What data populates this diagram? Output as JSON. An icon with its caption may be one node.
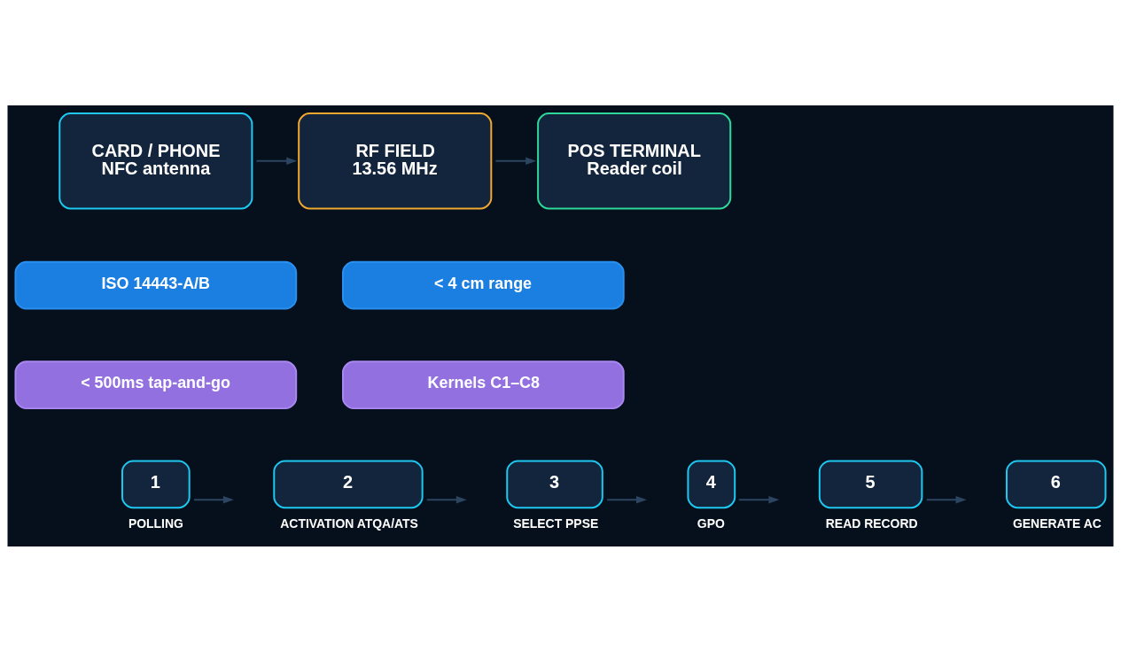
{
  "diagram": {
    "nodes": [
      {
        "text": [
          "CARD / PHONE",
          "NFC antenna"
        ]
      },
      {
        "text": [
          "RF FIELD",
          "13.56 MHz"
        ]
      },
      {
        "text": [
          "POS TERMINAL",
          "Reader coil"
        ]
      },
      {
        "text": [
          "ISO 14443-A/B"
        ]
      },
      {
        "text": [
          "< 4 cm range"
        ]
      },
      {
        "text": [
          "< 500ms tap-and-go"
        ]
      },
      {
        "text": [
          "Kernels C1–C8"
        ]
      },
      {
        "text": [
          "1"
        ],
        "beside": [
          "POLLING"
        ]
      },
      {
        "text": [
          "2"
        ],
        "beside": [
          "ACTIVATION ATQA/ATS"
        ]
      },
      {
        "text": [
          "3"
        ],
        "beside": [
          "SELECT PPSE"
        ]
      },
      {
        "text": [
          "4"
        ],
        "beside": [
          "GPO"
        ]
      },
      {
        "text": [
          "5"
        ],
        "beside": [
          "READ RECORD"
        ]
      },
      {
        "text": [
          "6"
        ],
        "beside": [
          "GENERATE AC"
        ]
      }
    ],
    "edges": [
      {
        "from": 0,
        "to": 1,
        "arrow": "to"
      },
      {
        "from": 1,
        "to": 2,
        "arrow": "to"
      },
      {
        "from": 7,
        "to": null,
        "arrow": "to"
      },
      {
        "from": 8,
        "to": null,
        "arrow": "to"
      },
      {
        "from": 9,
        "to": null,
        "arrow": "to"
      },
      {
        "from": 10,
        "to": null,
        "arrow": "to"
      },
      {
        "from": 11,
        "to": null,
        "arrow": "to"
      }
    ]
  }
}
